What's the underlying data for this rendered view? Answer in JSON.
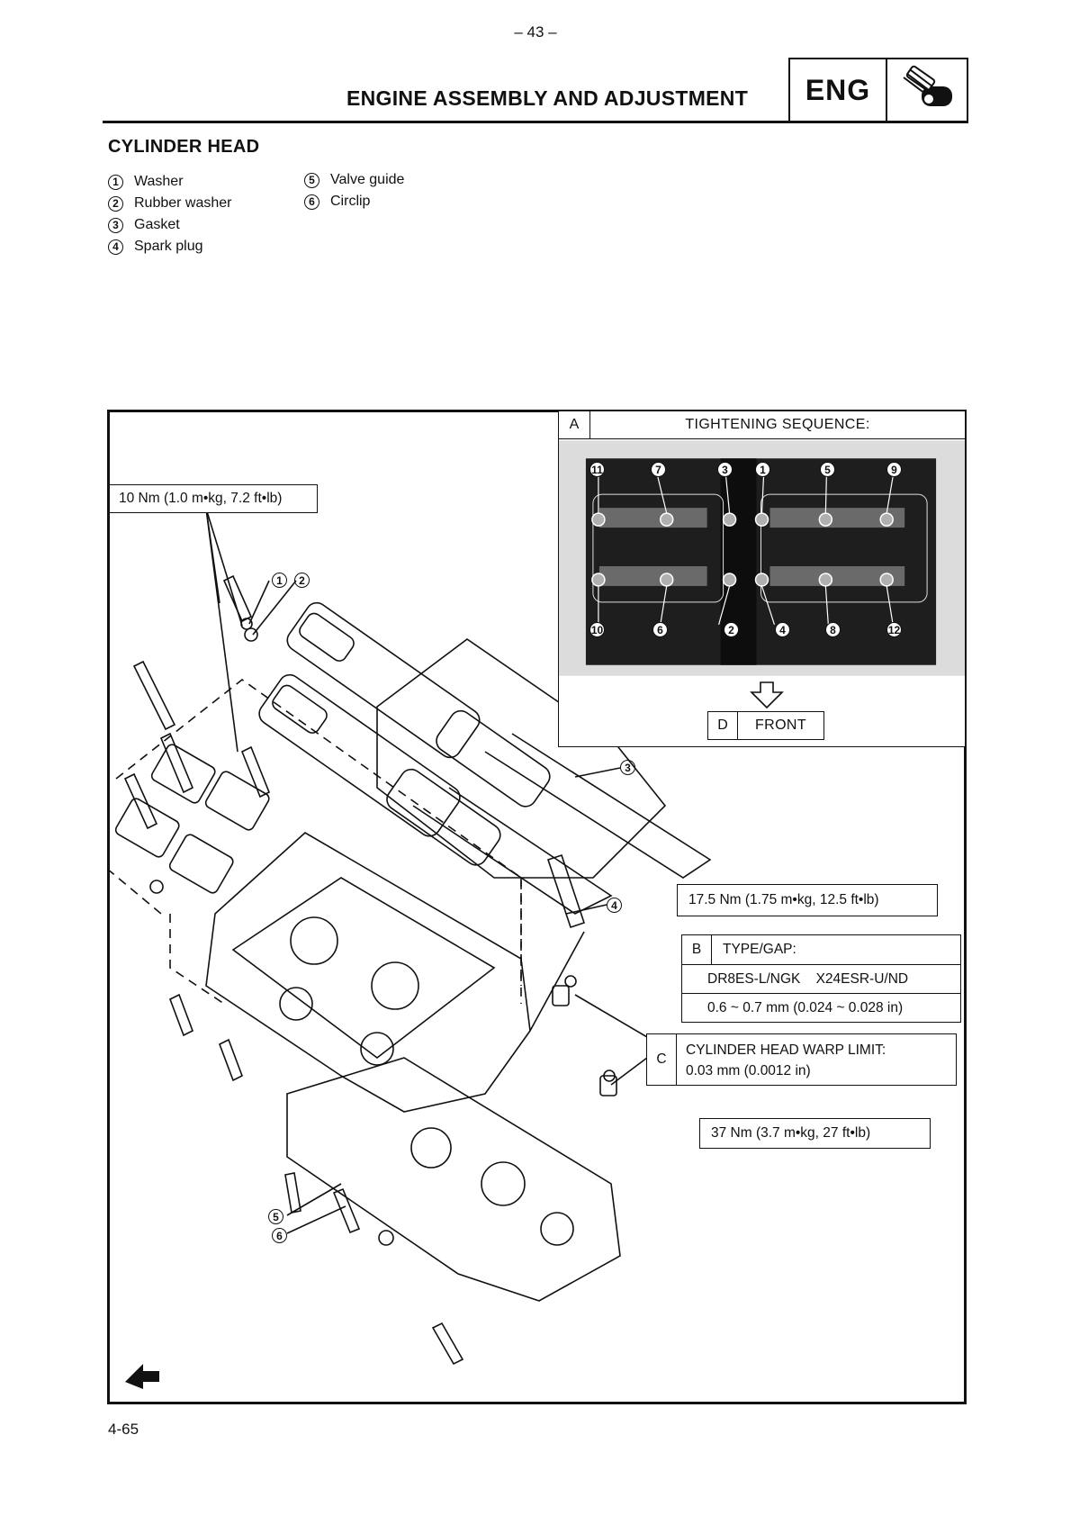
{
  "page_number": "– 43 –",
  "header": {
    "title": "ENGINE ASSEMBLY AND ADJUSTMENT",
    "badge": "ENG"
  },
  "section_title": "CYLINDER HEAD",
  "parts_left": [
    {
      "num": "1",
      "name": "Washer"
    },
    {
      "num": "2",
      "name": "Rubber washer"
    },
    {
      "num": "3",
      "name": "Gasket"
    },
    {
      "num": "4",
      "name": "Spark plug"
    }
  ],
  "parts_right": [
    {
      "num": "5",
      "name": "Valve guide"
    },
    {
      "num": "6",
      "name": "Circlip"
    }
  ],
  "torque_10": "10 Nm (1.0 m•kg, 7.2 ft•lb)",
  "torque_17": "17.5 Nm (1.75 m•kg, 12.5 ft•lb)",
  "torque_37": "37 Nm (3.7 m•kg, 27 ft•lb)",
  "tightening": {
    "letter": "A",
    "label": "TIGHTENING SEQUENCE:"
  },
  "front": {
    "letter": "D",
    "label": "FRONT"
  },
  "plug": {
    "letter": "B",
    "label": "TYPE/GAP:",
    "type": "DR8ES-L/NGK    X24ESR-U/ND",
    "gap": "0.6 ~ 0.7 mm (0.024 ~ 0.028 in)"
  },
  "warp": {
    "letter": "C",
    "label": "CYLINDER HEAD WARP LIMIT:",
    "value": "0.03 mm (0.0012 in)"
  },
  "callouts": [
    "1",
    "2",
    "3",
    "4",
    "5",
    "6"
  ],
  "sequence": [
    "1",
    "2",
    "3",
    "4",
    "5",
    "6",
    "7",
    "8",
    "9",
    "10",
    "11",
    "12"
  ],
  "footer_code": "4-65"
}
